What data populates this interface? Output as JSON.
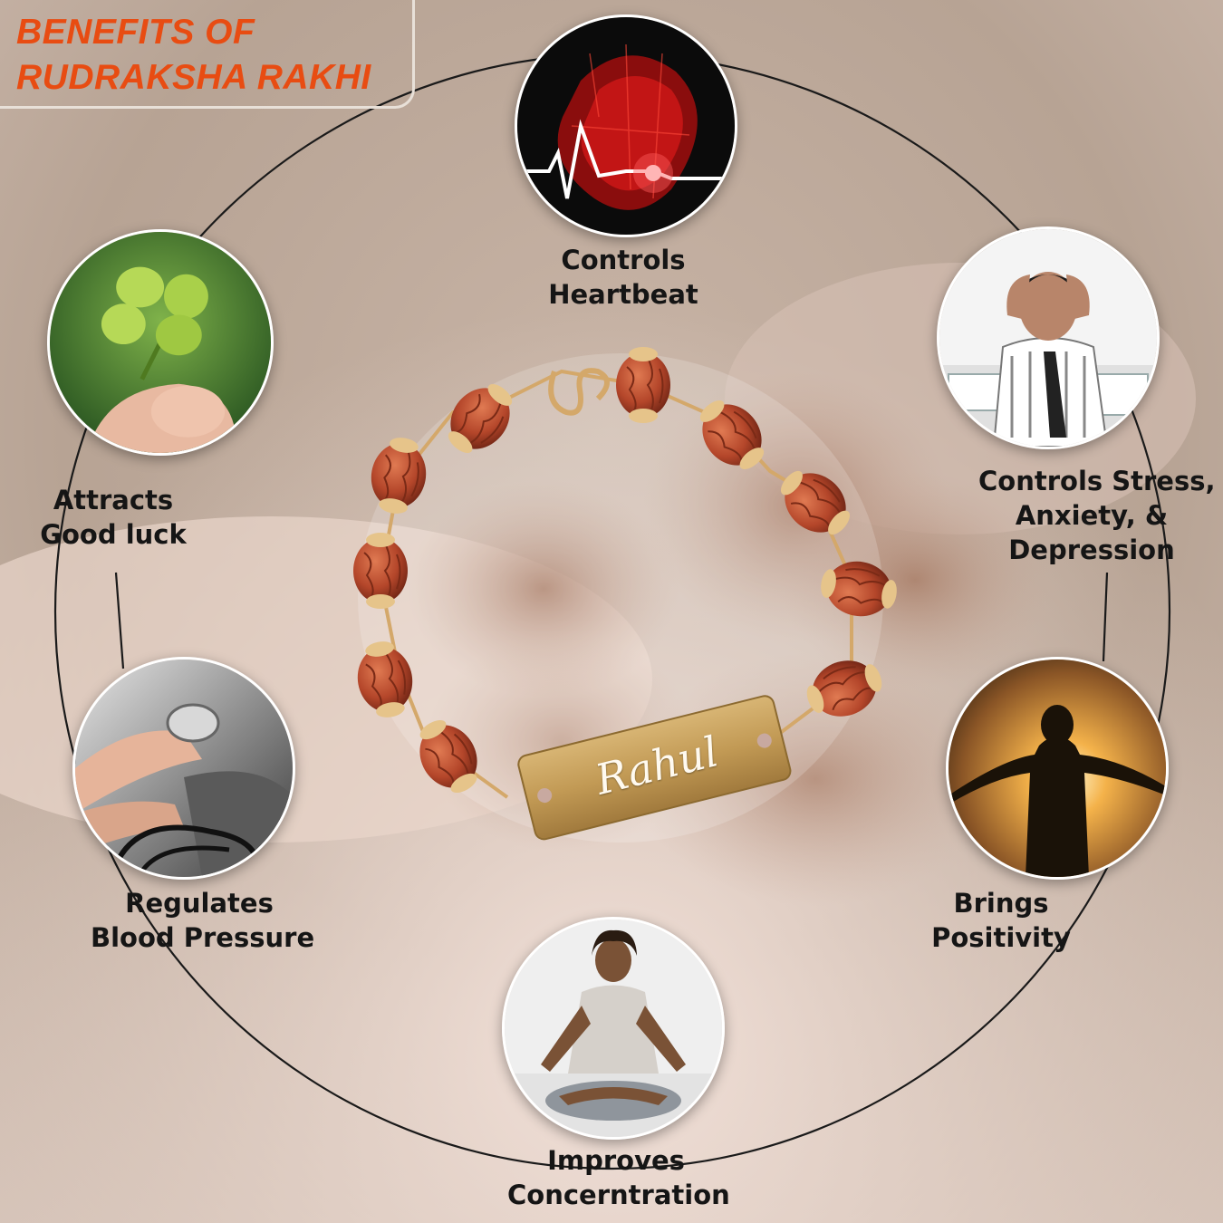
{
  "title": {
    "line1": "BENEFITS OF",
    "line2": "RUDRAKSHA RAKHI"
  },
  "benefits": [
    {
      "id": "heartbeat",
      "icon": "heart-icon",
      "line1": "Controls",
      "line2": "Heartbeat"
    },
    {
      "id": "stress",
      "icon": "stressed-man-icon",
      "line1": "Controls Stress,",
      "line2": "Anxiety, &",
      "line3": "Depression"
    },
    {
      "id": "positivity",
      "icon": "sunrise-silhouette-icon",
      "line1": "Brings",
      "line2": "Positivity"
    },
    {
      "id": "concentration",
      "icon": "meditation-icon",
      "line1": "Improves",
      "line2": "Concerntration"
    },
    {
      "id": "blood-pressure",
      "icon": "blood-pressure-cuff-icon",
      "line1": "Regulates",
      "line2": "Blood Pressure"
    },
    {
      "id": "good-luck",
      "icon": "four-leaf-clover-icon",
      "line1": "Attracts",
      "line2": "Good luck"
    }
  ],
  "bracelet": {
    "name_tag": "Rahul"
  },
  "colors": {
    "title": "#e84c12",
    "label": "#151515",
    "bead": "#b4462a",
    "gold": "#c9a35c"
  }
}
